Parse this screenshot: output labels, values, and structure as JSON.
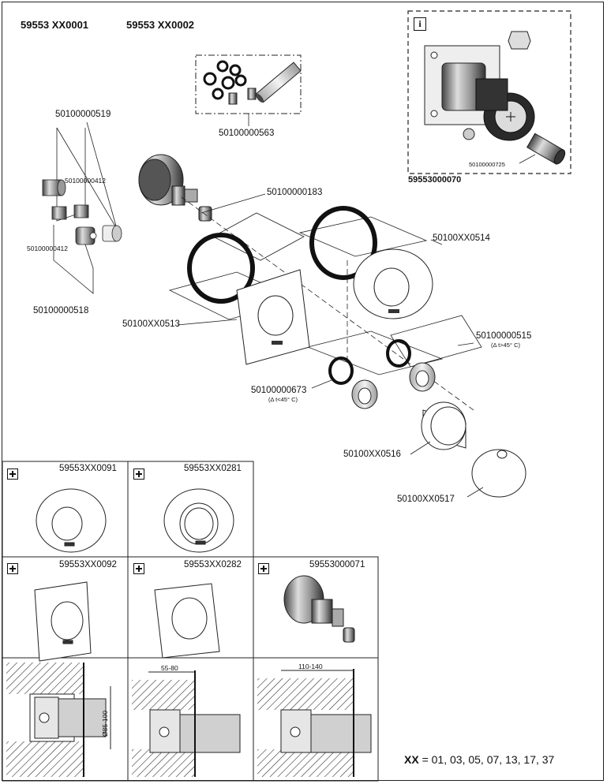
{
  "header": {
    "code_1": "59553 XX0001",
    "code_2": "59553 XX0002"
  },
  "info_box": {
    "icon": "info-icon",
    "label": "59553000070",
    "part": "50100000725"
  },
  "parts": {
    "p_0519": "50100000519",
    "p_0412a": "50100000412",
    "p_0412b": "50100000412",
    "p_0518": "50100000518",
    "p_0563": "50100000563",
    "p_0183": "50100000183",
    "p_0514": "50100XX0514",
    "p_0513": "50100XX0513",
    "p_0515": "50100000515",
    "p_0515_note": "(Δ t>45° C)",
    "p_0673": "50100000673",
    "p_0673_note": "(Δ t<45° C)",
    "p_0516": "50100XX0516",
    "p_0517": "50100XX0517"
  },
  "options": [
    {
      "code": "59553XX0091",
      "icon": "plus-icon"
    },
    {
      "code": "59553XX0281",
      "icon": "plus-icon"
    },
    {
      "code": "59553XX0092",
      "icon": "plus-icon"
    },
    {
      "code": "59553XX0282",
      "icon": "plus-icon"
    },
    {
      "code": "59553000071",
      "icon": "plus-icon"
    }
  ],
  "dimensions": {
    "d1": "Ø85-100",
    "d2": "55-80",
    "d3": "110-140"
  },
  "footer": {
    "xx_prefix": "XX",
    "xx_values": "= 01, 03, 05, 07, 13, 17, 37"
  }
}
